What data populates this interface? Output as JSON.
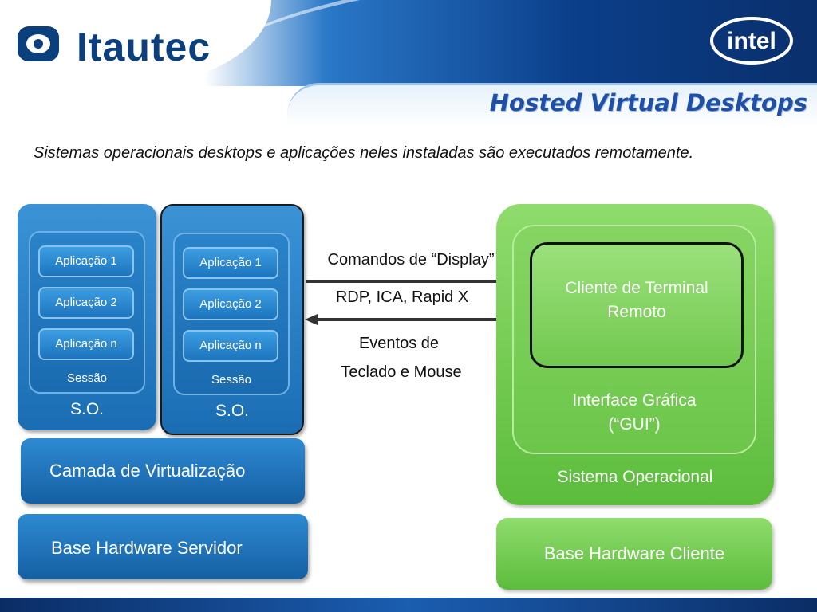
{
  "header": {
    "brand": "Itautec",
    "partner_logo": "intel",
    "title": "Hosted Virtual Desktops"
  },
  "intro": "Sistemas operacionais desktops  e aplicações neles instaladas são executados remotamente.",
  "server": {
    "vms": [
      {
        "apps": [
          "Aplicação 1",
          "Aplicação 2",
          "Aplicação n"
        ],
        "session": "Sessão",
        "os": "S.O."
      },
      {
        "apps": [
          "Aplicação 1",
          "Aplicação 2",
          "Aplicação n"
        ],
        "session": "Sessão",
        "os": "S.O."
      }
    ],
    "virtualization": "Camada de Virtualização",
    "hardware": "Base Hardware Servidor"
  },
  "links": {
    "top_label": "Comandos de “Display”",
    "protocols": "RDP, ICA, Rapid X",
    "bottom_label_1": "Eventos de",
    "bottom_label_2": "Teclado e Mouse"
  },
  "client": {
    "terminal": "Cliente de Terminal Remoto",
    "gui_line1": "Interface Gráfica",
    "gui_line2": "(“GUI”)",
    "os": "Sistema Operacional",
    "hardware": "Base Hardware Cliente"
  },
  "colors": {
    "brand_blue": "#0c3f7e",
    "title_blue": "#1f4fa6",
    "server_blue": "#1a6db3",
    "client_green": "#5cbc3c"
  }
}
